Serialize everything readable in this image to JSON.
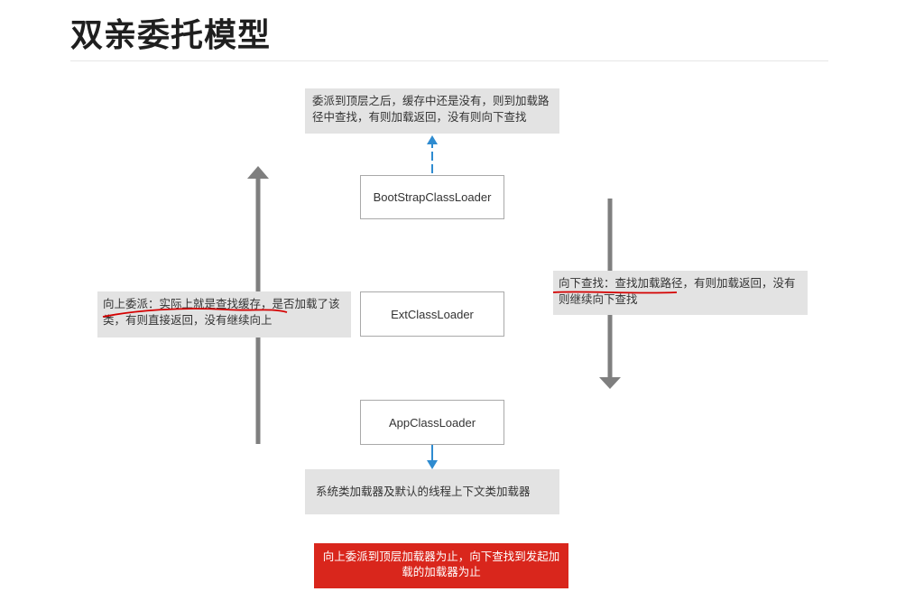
{
  "title": "双亲委托模型",
  "nodes": {
    "bootstrap": "BootStrapClassLoader",
    "ext": "ExtClassLoader",
    "app": "AppClassLoader"
  },
  "notes": {
    "top": "委派到顶层之后，缓存中还是没有，则到加载路径中查找，有则加载返回，没有则向下查找",
    "left": "向上委派：实际上就是查找缓存，是否加载了该类，有则直接返回，没有继续向上",
    "right": "向下查找：查找加载路径，有则加载返回，没有则继续向下查找",
    "bottom": "系统类加载器及默认的线程上下文类加载器",
    "summary": "向上委派到顶层加载器为止，向下查找到发起加载的加载器为止"
  },
  "colors": {
    "note_bg": "#e3e3e3",
    "arrow_gray": "#7f7f7f",
    "arrow_blue": "#2e8bd0",
    "underline_red": "#d40000",
    "summary_bg": "#d9261c"
  }
}
